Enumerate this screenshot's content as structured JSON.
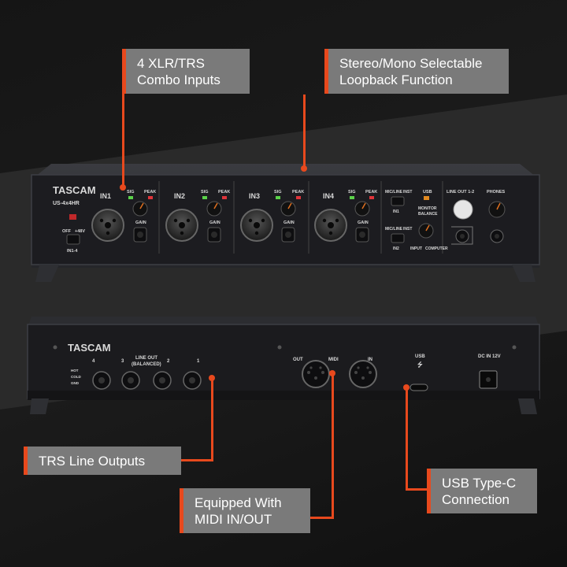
{
  "brand": "TASCAM",
  "model": "US-4x4HR",
  "callouts": {
    "xlr": [
      "4 XLR/TRS",
      "Combo Inputs"
    ],
    "loopback": [
      "Stereo/Mono Selectable",
      "Loopback Function"
    ],
    "trs": [
      "TRS Line Outputs"
    ],
    "midi": [
      "Equipped With",
      "MIDI IN/OUT"
    ],
    "usbc": [
      "USB Type-C",
      "Connection"
    ]
  },
  "front_panel": {
    "channels": [
      "IN1",
      "IN2",
      "IN3",
      "IN4"
    ],
    "sig": "SIG",
    "peak": "PEAK",
    "gain": "GAIN",
    "phantom_off": "OFF",
    "phantom_on": "+48V",
    "phantom_range": "IN1-4",
    "mic_line": "MIC/LINE",
    "inst": "INST",
    "in1": "IN1",
    "in2": "IN2",
    "usb": "USB",
    "monitor_balance": [
      "MONITOR",
      "BALANCE"
    ],
    "input": "INPUT",
    "computer": "COMPUTER",
    "line_out": "LINE OUT 1-2",
    "phones": "PHONES"
  },
  "rear_panel": {
    "outputs": [
      "4",
      "3",
      "2",
      "1"
    ],
    "line_out": [
      "LINE OUT",
      "(BALANCED)"
    ],
    "trs_legend": [
      "HOT",
      "COLD",
      "GND"
    ],
    "midi": "MIDI",
    "midi_out": "OUT",
    "midi_in": "IN",
    "usb": "USB",
    "dc_in": "DC IN 12V"
  }
}
